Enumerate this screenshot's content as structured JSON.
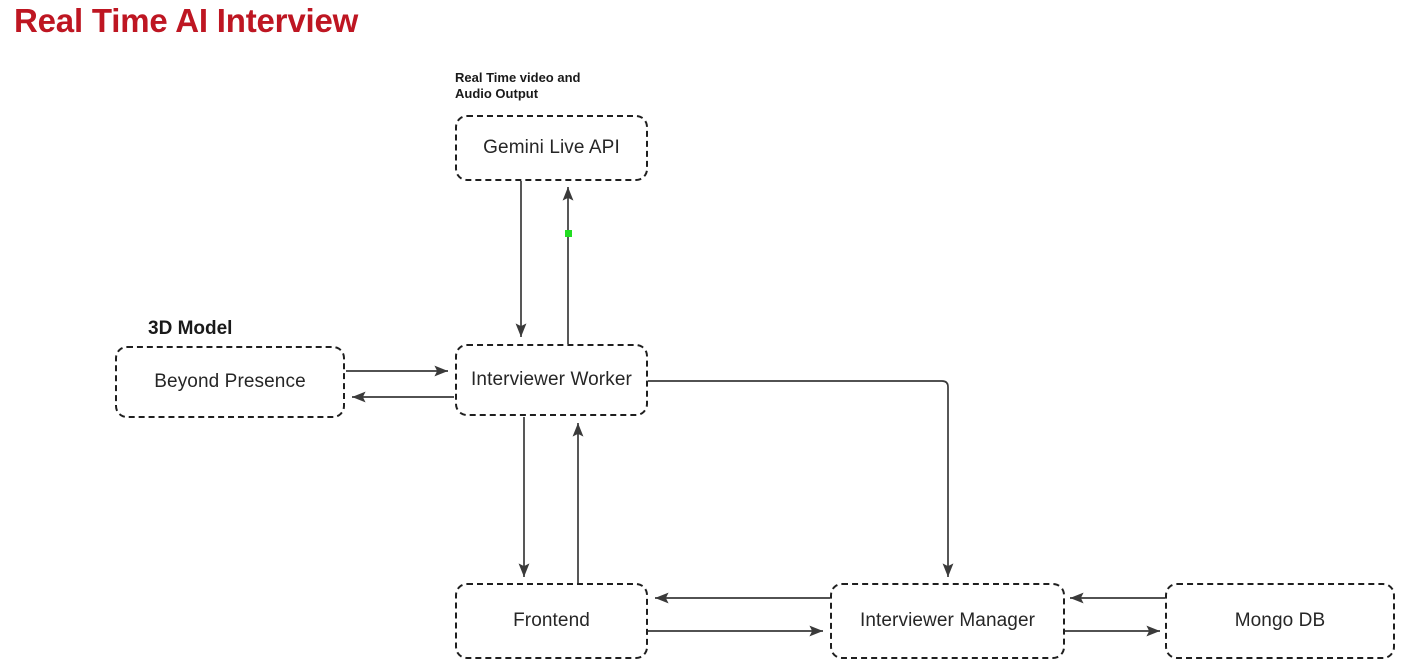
{
  "title": "Real Time AI Interview",
  "theme": {
    "title_color": "#BE1622",
    "node_border_color": "#1f1f1f",
    "node_text_color": "#262626",
    "arrow_color": "#3a3a3a",
    "marker_color": "#22DD22",
    "background": "#ffffff"
  },
  "captions": {
    "gemini": "Real Time video and\nAudio Output",
    "beyond": "3D Model"
  },
  "nodes": {
    "gemini": {
      "label": "Gemini Live API"
    },
    "beyond": {
      "label": "Beyond Presence"
    },
    "worker": {
      "label": "Interviewer Worker"
    },
    "frontend": {
      "label": "Frontend"
    },
    "manager": {
      "label": "Interviewer Manager"
    },
    "mongo": {
      "label": "Mongo DB"
    }
  },
  "edges": [
    {
      "id": "gemini-to-worker",
      "from": "gemini",
      "to": "worker",
      "direction": "down",
      "label": ""
    },
    {
      "id": "worker-to-gemini",
      "from": "worker",
      "to": "gemini",
      "direction": "up",
      "label": ""
    },
    {
      "id": "beyond-to-worker",
      "from": "beyond",
      "to": "worker",
      "direction": "right",
      "label": ""
    },
    {
      "id": "worker-to-beyond",
      "from": "worker",
      "to": "beyond",
      "direction": "left",
      "label": ""
    },
    {
      "id": "worker-to-frontend",
      "from": "worker",
      "to": "frontend",
      "direction": "down",
      "label": ""
    },
    {
      "id": "frontend-to-worker",
      "from": "frontend",
      "to": "worker",
      "direction": "up",
      "label": ""
    },
    {
      "id": "worker-to-manager",
      "from": "worker",
      "to": "manager",
      "direction": "elbow-down",
      "label": ""
    },
    {
      "id": "manager-to-frontend",
      "from": "manager",
      "to": "frontend",
      "direction": "left",
      "label": ""
    },
    {
      "id": "frontend-to-manager",
      "from": "frontend",
      "to": "manager",
      "direction": "right",
      "label": ""
    },
    {
      "id": "mongo-to-manager",
      "from": "mongo",
      "to": "manager",
      "direction": "left",
      "label": ""
    },
    {
      "id": "manager-to-mongo",
      "from": "manager",
      "to": "mongo",
      "direction": "right",
      "label": ""
    }
  ],
  "markers": [
    {
      "id": "green-dot",
      "on_edge": "worker-to-gemini"
    }
  ]
}
